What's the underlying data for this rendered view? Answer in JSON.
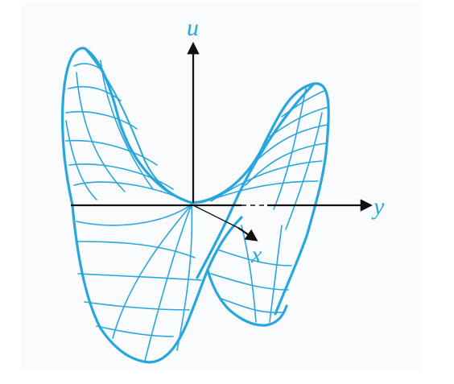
{
  "colors": {
    "surface": "#29a6dc",
    "axis": "#111111",
    "label": "#29a6dc",
    "panel": "#f9fbfd",
    "background": "#ffffff"
  },
  "axes": {
    "u_label": "u",
    "y_label": "y",
    "x_label": "x"
  }
}
